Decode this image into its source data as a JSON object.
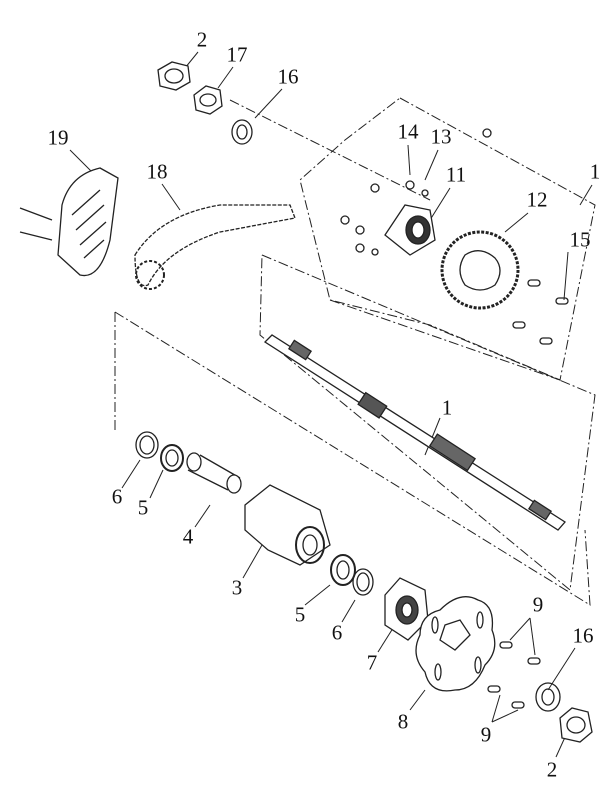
{
  "diagram": {
    "title": "Rear axle exploded parts diagram",
    "callouts": [
      {
        "id": "c-2-top",
        "text": "2"
      },
      {
        "id": "c-17",
        "text": "17"
      },
      {
        "id": "c-16-top",
        "text": "16"
      },
      {
        "id": "c-19",
        "text": "19"
      },
      {
        "id": "c-18",
        "text": "18"
      },
      {
        "id": "c-14",
        "text": "14"
      },
      {
        "id": "c-13",
        "text": "13"
      },
      {
        "id": "c-11",
        "text": "11"
      },
      {
        "id": "c-12",
        "text": "12"
      },
      {
        "id": "c-10",
        "text": "1"
      },
      {
        "id": "c-15",
        "text": "15"
      },
      {
        "id": "c-1",
        "text": "1"
      },
      {
        "id": "c-6-left",
        "text": "6"
      },
      {
        "id": "c-5-left",
        "text": "5"
      },
      {
        "id": "c-4",
        "text": "4"
      },
      {
        "id": "c-3",
        "text": "3"
      },
      {
        "id": "c-5-right",
        "text": "5"
      },
      {
        "id": "c-6-right",
        "text": "6"
      },
      {
        "id": "c-7",
        "text": "7"
      },
      {
        "id": "c-9-top",
        "text": "9"
      },
      {
        "id": "c-16-bottom",
        "text": "16"
      },
      {
        "id": "c-8",
        "text": "8"
      },
      {
        "id": "c-9-bottom",
        "text": "9"
      },
      {
        "id": "c-2-bottom",
        "text": "2"
      }
    ]
  }
}
